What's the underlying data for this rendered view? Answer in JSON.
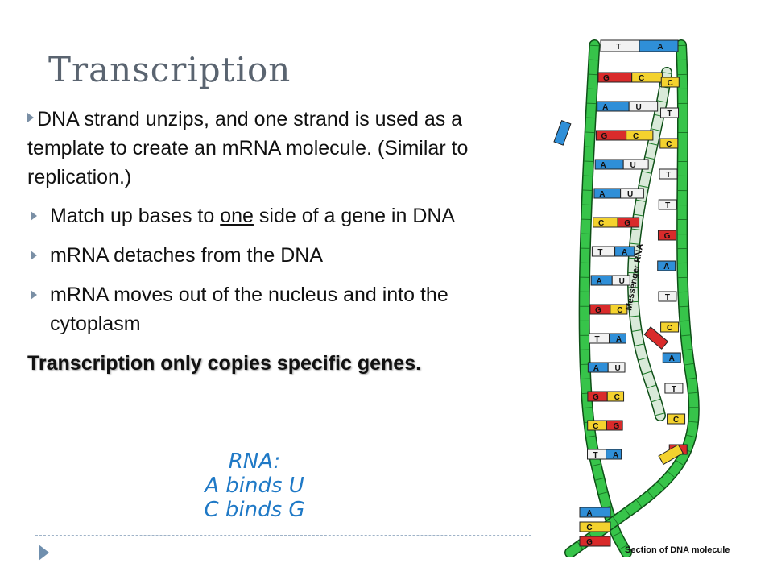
{
  "slide": {
    "title": "Transcription",
    "lead": "DNA strand unzips, and one strand is used as a template to create an mRNA molecule.  (Similar to replication.)",
    "bullets": [
      {
        "pre": "Match up bases to ",
        "underlined": "one",
        "post": " side of a gene in DNA"
      },
      {
        "pre": "mRNA detaches from the DNA",
        "underlined": "",
        "post": ""
      },
      {
        "pre": "mRNA moves out of the nucleus and into the cytoplasm",
        "underlined": "",
        "post": ""
      }
    ],
    "emphasis": "Transcription only copies specific genes.",
    "rna_note": {
      "heading": "RNA:",
      "line1": "A binds U",
      "line2": "C binds G"
    }
  },
  "figure": {
    "messenger_label": "Messenger RNA",
    "caption": "Section of DNA molecule",
    "colors": {
      "backbone": "#37c44a",
      "backbone_dark": "#1a7a26",
      "rna_strand": "#d9ead9",
      "base_A": "#2f8fd8",
      "base_T": "#f2f2f2",
      "base_G": "#d92b2b",
      "base_C": "#f4d22e",
      "base_U": "#f2f2f2"
    },
    "top_pair": [
      "T",
      "A"
    ],
    "left_bases": [
      "G",
      "A",
      "G",
      "A",
      "A",
      "C",
      "T",
      "A",
      "G",
      "T",
      "A",
      "G",
      "C",
      "T"
    ],
    "rna_bases": [
      "C",
      "U",
      "C",
      "U",
      "U",
      "G",
      "A",
      "U",
      "C",
      "A",
      "U",
      "C",
      "G",
      "A"
    ],
    "right_bases": [
      "C",
      "T",
      "C",
      "T",
      "T",
      "G",
      "A",
      "T",
      "C",
      "A",
      "T",
      "C",
      "G",
      "A"
    ],
    "bottom_bases": [
      "A",
      "C",
      "G"
    ]
  }
}
